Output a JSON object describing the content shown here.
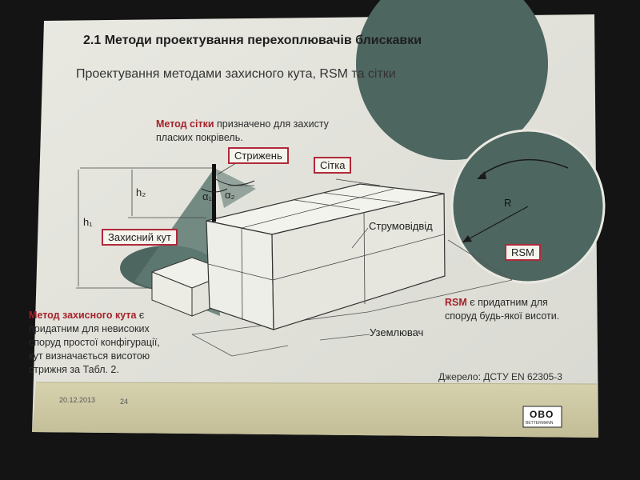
{
  "slide": {
    "title": "2.1 Методи проектування перехоплювачів блискавки",
    "subtitle": "Проектування методами захисного кута, RSM та сітки"
  },
  "labels": {
    "mesh_method_title": "Метод сітки",
    "mesh_method_line1": "призначено для захисту",
    "mesh_method_line2": "пласких покрівель.",
    "rod": "Стрижень",
    "mesh": "Сітка",
    "h2": "h₂",
    "h1": "h₁",
    "alpha1": "α₁",
    "alpha2": "α₂",
    "protective_angle": "Захисний кут",
    "down_conductor": "Струмовідвід",
    "earth_electrode": "Уземлювач",
    "radius": "R",
    "rsm_box": "RSM",
    "rsm_title": "RSM",
    "rsm_line1": "є придатним для",
    "rsm_line2": "споруд будь-якої висоти.",
    "angle_method_title": "Метод захисного кута",
    "angle_method_title_suffix": "є",
    "angle_method_line1": "придатним для невисоких",
    "angle_method_line2": "споруд простої конфігурації,",
    "angle_method_line3": "кут визначається висотою",
    "angle_method_line4": "стрижня за Табл. 2."
  },
  "footer": {
    "date": "20.12.2013",
    "page": "24",
    "source": "Джерело: ДСТУ EN 62305-3",
    "logo": "OBO",
    "logo_sub": "BETTERMANN"
  },
  "colors": {
    "sphere": "#4e6660",
    "accent_red": "#a4222a",
    "footer_band": "#cdc8a4"
  }
}
